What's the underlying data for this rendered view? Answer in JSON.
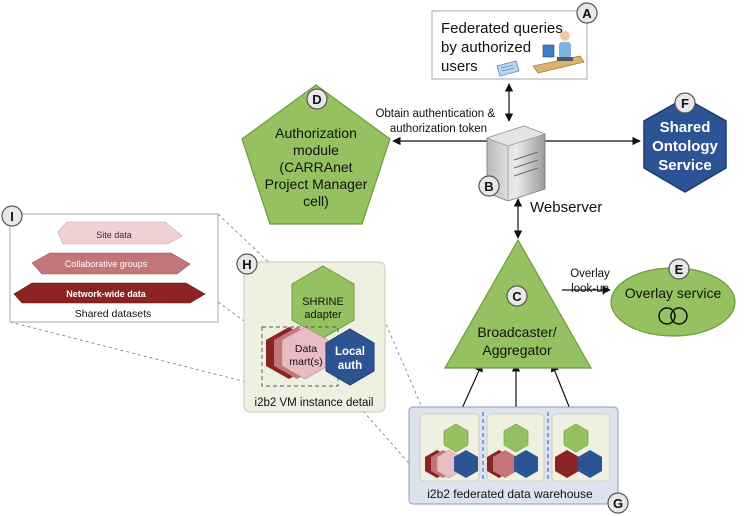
{
  "badges": {
    "a": "A",
    "b": "B",
    "c": "C",
    "d": "D",
    "e": "E",
    "f": "F",
    "g": "G",
    "h": "H",
    "i": "I"
  },
  "queries": {
    "line1": "Federated queries",
    "line2": "by authorized",
    "line3": "users"
  },
  "auth_token": {
    "line1": "Obtain authentication &",
    "line2": "authorization token"
  },
  "auth_module": {
    "line1": "Authorization",
    "line2": "module",
    "line3": "(CARRAnet",
    "line4": "Project Manager",
    "line5": "cell)"
  },
  "ontology": {
    "line1": "Shared",
    "line2": "Ontology",
    "line3": "Service"
  },
  "webserver": "Webserver",
  "overlay_lookup": {
    "line1": "Overlay",
    "line2": "look-up"
  },
  "overlay_service": "Overlay service",
  "broadcaster": {
    "line1": "Broadcaster/",
    "line2": "Aggregator"
  },
  "datasets": {
    "site": "Site data",
    "collab": "Collaborative groups",
    "network": "Network-wide data",
    "caption": "Shared datasets"
  },
  "vm": {
    "shrine_line1": "SHRINE",
    "shrine_line2": "adapter",
    "datamart_line1": "Data",
    "datamart_line2": "mart(s)",
    "local_line1": "Local",
    "local_line2": "auth",
    "caption": "i2b2 VM instance detail"
  },
  "warehouse": "i2b2 federated data warehouse",
  "colors": {
    "green": "#95c160",
    "green_dark": "#6f9a3d",
    "blue": "#2c5394",
    "blue_dark": "#1c3a70",
    "red_dark": "#8b2323",
    "red_mid": "#b5585c",
    "pink": "#e7bcc2",
    "panel": "#eef0e1",
    "warehouse_bg": "#dde3ee"
  }
}
